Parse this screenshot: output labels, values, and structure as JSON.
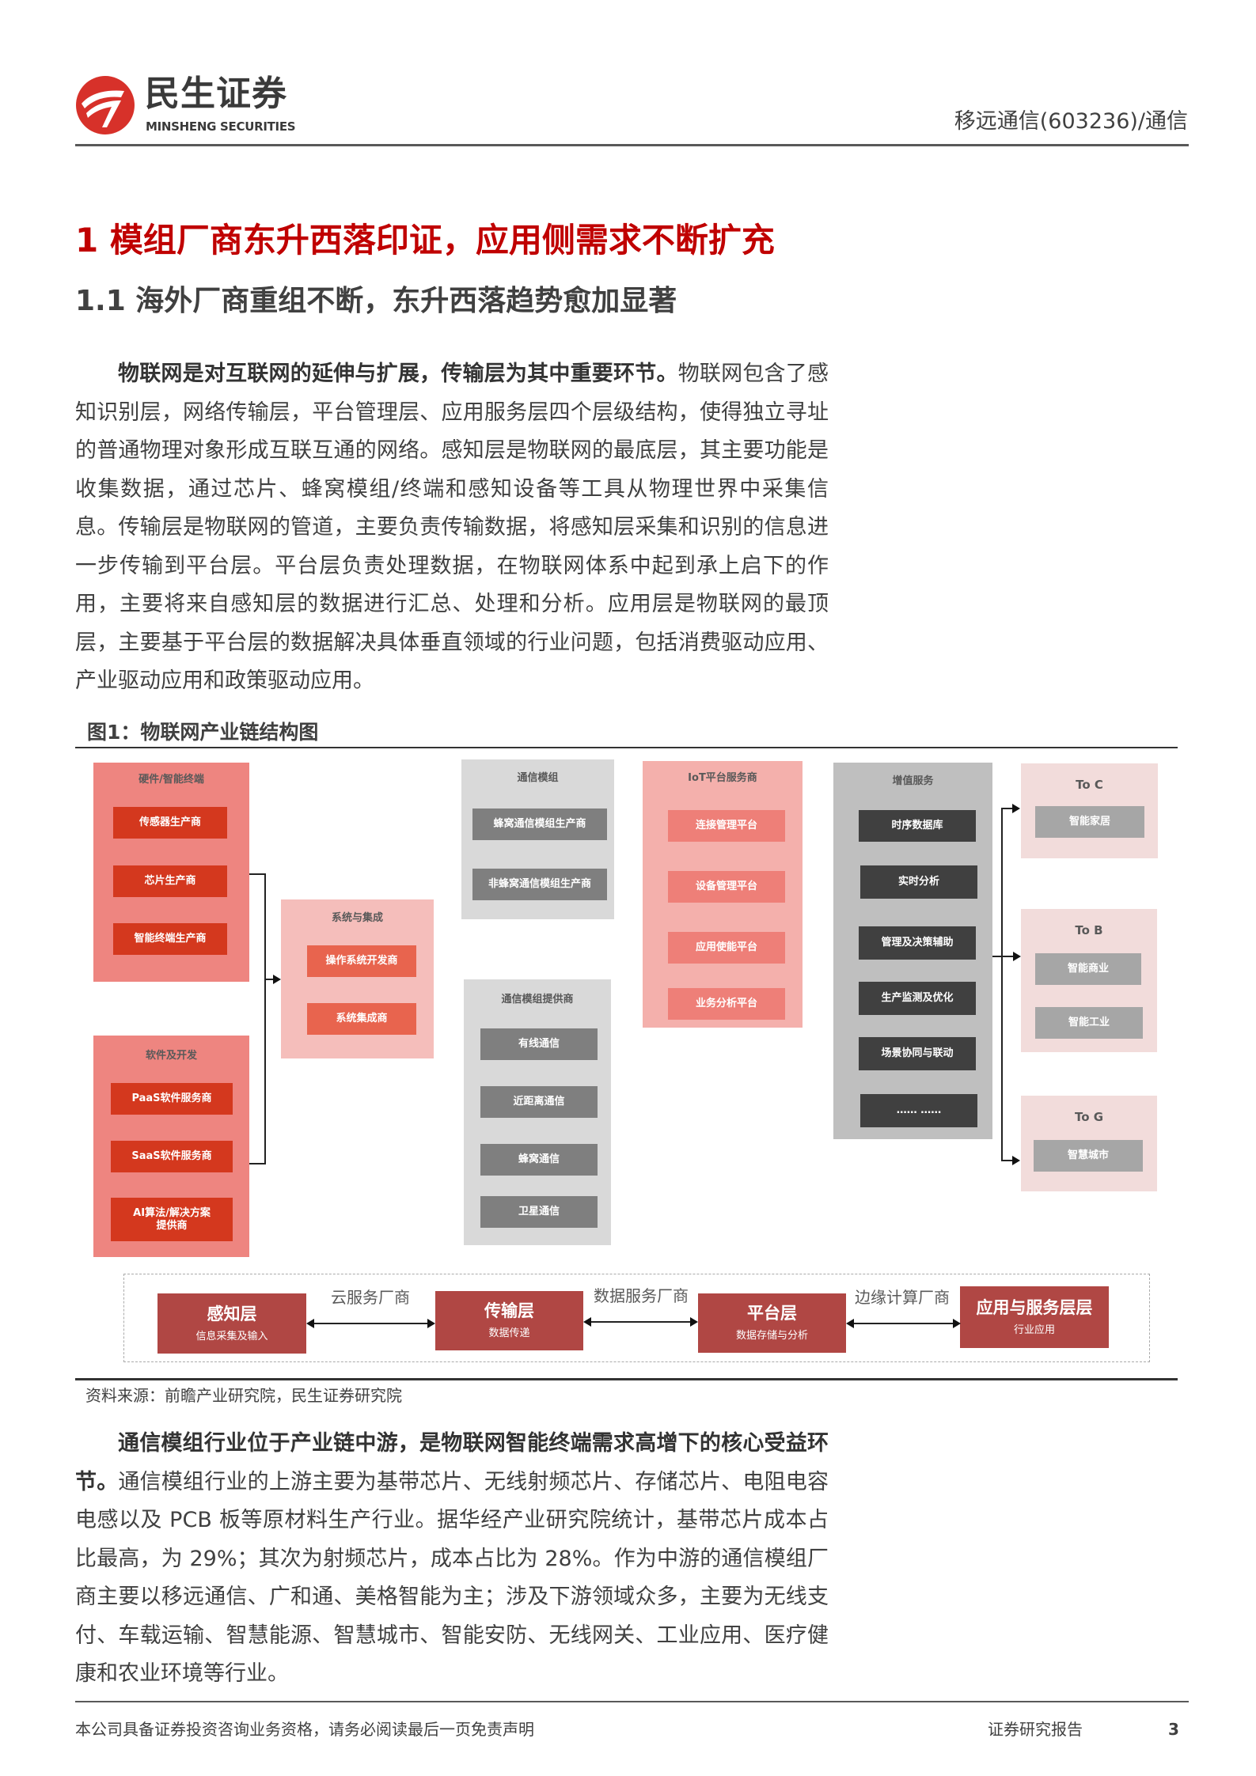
{
  "header": {
    "logo_cn": "民生证券",
    "logo_en": "MINSHENG SECURITIES",
    "stock": "移远通信(603236)/通信",
    "brand_color": "#d7312a"
  },
  "h1": "1 模组厂商东升西落印证，应用侧需求不断扩充",
  "h2": "1.1 海外厂商重组不断，东升西落趋势愈加显著",
  "para1": {
    "lead": "物联网是对互联网的延伸与扩展，传输层为其中重要环节。",
    "text": "物联网包含了感知识别层，网络传输层，平台管理层、应用服务层四个层级结构，使得独立寻址的普通物理对象形成互联互通的网络。感知层是物联网的最底层，其主要功能是收集数据，通过芯片、蜂窝模组/终端和感知设备等工具从物理世界中采集信息。传输层是物联网的管道，主要负责传输数据，将感知层采集和识别的信息进一步传输到平台层。平台层负责处理数据，在物联网体系中起到承上启下的作用，主要将来自感知层的数据进行汇总、处理和分析。应用层是物联网的最顶层，主要基于平台层的数据解决具体垂直领域的行业问题，包括消费驱动应用、产业驱动应用和政策驱动应用。"
  },
  "figure": {
    "title": "图1：物联网产业链结构图",
    "hardware": {
      "title": "硬件/智能终端",
      "items": [
        "传感器生产商",
        "芯片生产商",
        "智能终端生产商"
      ]
    },
    "software": {
      "title": "软件及开发",
      "items": [
        "PaaS软件服务商",
        "SaaS软件服务商",
        "AI算法/解决方案提供商"
      ]
    },
    "system": {
      "title": "系统与集成",
      "items": [
        "操作系统开发商",
        "系统集成商"
      ]
    },
    "module": {
      "title": "通信模组",
      "items": [
        "蜂窝通信模组生产商",
        "非蜂窝通信模组生产商"
      ]
    },
    "provider": {
      "title": "通信模组提供商",
      "items": [
        "有线通信",
        "近距离通信",
        "蜂窝通信",
        "卫星通信"
      ]
    },
    "iot": {
      "title": "IoT平台服务商",
      "items": [
        "连接管理平台",
        "设备管理平台",
        "应用使能平台",
        "业务分析平台"
      ]
    },
    "value": {
      "title": "增值服务",
      "items": [
        "时序数据库",
        "实时分析",
        "管理及决策辅助",
        "生产监测及优化",
        "场景协同与联动",
        "……  ……"
      ]
    },
    "toc": {
      "title": "To C",
      "items": [
        "智能家居"
      ]
    },
    "tob": {
      "title": "To B",
      "items": [
        "智能商业",
        "智能工业"
      ]
    },
    "tog": {
      "title": "To G",
      "items": [
        "智慧城市"
      ]
    },
    "layers": [
      {
        "name": "感知层",
        "sub": "信息采集及输入"
      },
      {
        "name": "传输层",
        "sub": "数据传递"
      },
      {
        "name": "平台层",
        "sub": "数据存储与分析"
      },
      {
        "name": "应用与服务层层",
        "sub": "行业应用"
      }
    ],
    "vendors": [
      "云服务厂商",
      "数据服务厂商",
      "边缘计算厂商"
    ],
    "source": "资料来源：前瞻产业研究院，民生证券研究院"
  },
  "para2": {
    "lead": "通信模组行业位于产业链中游，是物联网智能终端需求高增下的核心受益环节。",
    "text": "通信模组行业的上游主要为基带芯片、无线射频芯片、存储芯片、电阻电容电感以及 PCB 板等原材料生产行业。据华经产业研究院统计，基带芯片成本占比最高，为 29%；其次为射频芯片，成本占比为 28%。作为中游的通信模组厂商主要以移远通信、广和通、美格智能为主；涉及下游领域众多，主要为无线支付、车载运输、智慧能源、智慧城市、智能安防、无线网关、工业应用、医疗健康和农业环境等行业。"
  },
  "footer": {
    "disclaimer": "本公司具备证券投资咨询业务资格，请务必阅读最后一页免责声明",
    "report_type": "证券研究报告",
    "page": "3"
  }
}
